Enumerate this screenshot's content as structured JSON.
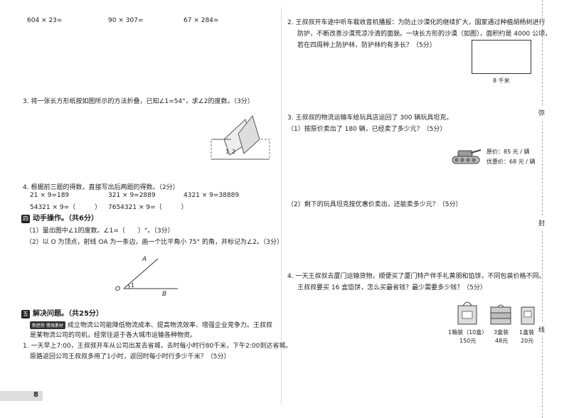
{
  "left": {
    "calc_row": [
      "604 × 23=",
      "90 × 307=",
      "67 × 284="
    ],
    "q3": {
      "text": "3. 将一张长方形纸按如图所示的方法折叠，已知∠1=54°，求∠2的度数。（3分）",
      "fig_labels": [
        "1",
        "2"
      ]
    },
    "q4": {
      "text": "4. 根据前三题的得数，直接写出后两题的得数。（2分）",
      "row1": [
        "21 × 9=189",
        "321 × 9=2889",
        "4321 × 9=38889"
      ],
      "row2": [
        "54321 × 9=（　　　）",
        "7654321 × 9=（　　　）"
      ]
    },
    "sec4": {
      "badge": "四",
      "title": "动手操作。（共6分）",
      "q1": "（1）量出图中∠1的度数。∠1=（　　）°。（3分）",
      "q2": "（2）以 O 为顶点，射线 OA 为一条边，画一个比平角小 75° 的角，并标记为∠2。（3分）",
      "fig": {
        "A": "A",
        "O": "O",
        "B": "B",
        "angle": "1"
      }
    },
    "sec5": {
      "badge": "五",
      "title": "解决问题。（共25分）",
      "tag": "新趋势 情境素材",
      "intro1": "成立物流公司能降低物流成本、提高物流效率、增强企业竞争力。王叔叔",
      "intro2": "是某物流公司的司机，经常往返于各大城市运输各种物资。",
      "q1a": "1. 一天早上7:00，王叔叔开车从公司出发去省城，去时每小时行80千米，下午2:00到达省城。",
      "q1b": "原路返回公司王叔叔多用了1小时，返回时每小时行多少千米？（5分）"
    },
    "page_num": "8"
  },
  "right": {
    "q2": {
      "l1": "2. 王叔叔开车途中听车载收音机播报：为防止沙漠化的继续扩大，国家通过种植胡杨树进行",
      "l2": "防护，不断改善沙漠荒凉冷清的面貌。一块长方形的沙漠（如图），面积约是 4000 公顷，",
      "l3": "若在四周种上防护林，防护林约有多长？（5分）",
      "rect_label": "8 千米"
    },
    "q3": {
      "l1": "3. 王叔叔的物流运输车给玩具店运回了 300 辆玩具坦克。",
      "s1": "（1）按原价卖出了 180 辆，已经卖了多少元？（5分）",
      "price1": "原价：85 元 / 辆",
      "price2": "优惠价：68 元 / 辆",
      "s2": "（2）剩下的玩具坦克按优惠价卖出，还能卖多少元？（5分）"
    },
    "q4": {
      "l1": "4. 一天王叔叔去厦门运输货物，顺便买了厦门特产伴手礼黄朋和馅饼，不同包装价格不同。",
      "l2": "王叔叔要买 16 盒馅饼，怎么买最省钱？最少需要多少钱？（5分）",
      "items": [
        {
          "name": "1箱装（10盒）",
          "price": "150元"
        },
        {
          "name": "3盒装",
          "price": "48元"
        },
        {
          "name": "1盒装",
          "price": "20元"
        }
      ]
    },
    "side_chars": [
      "弥",
      "封",
      "线"
    ]
  }
}
